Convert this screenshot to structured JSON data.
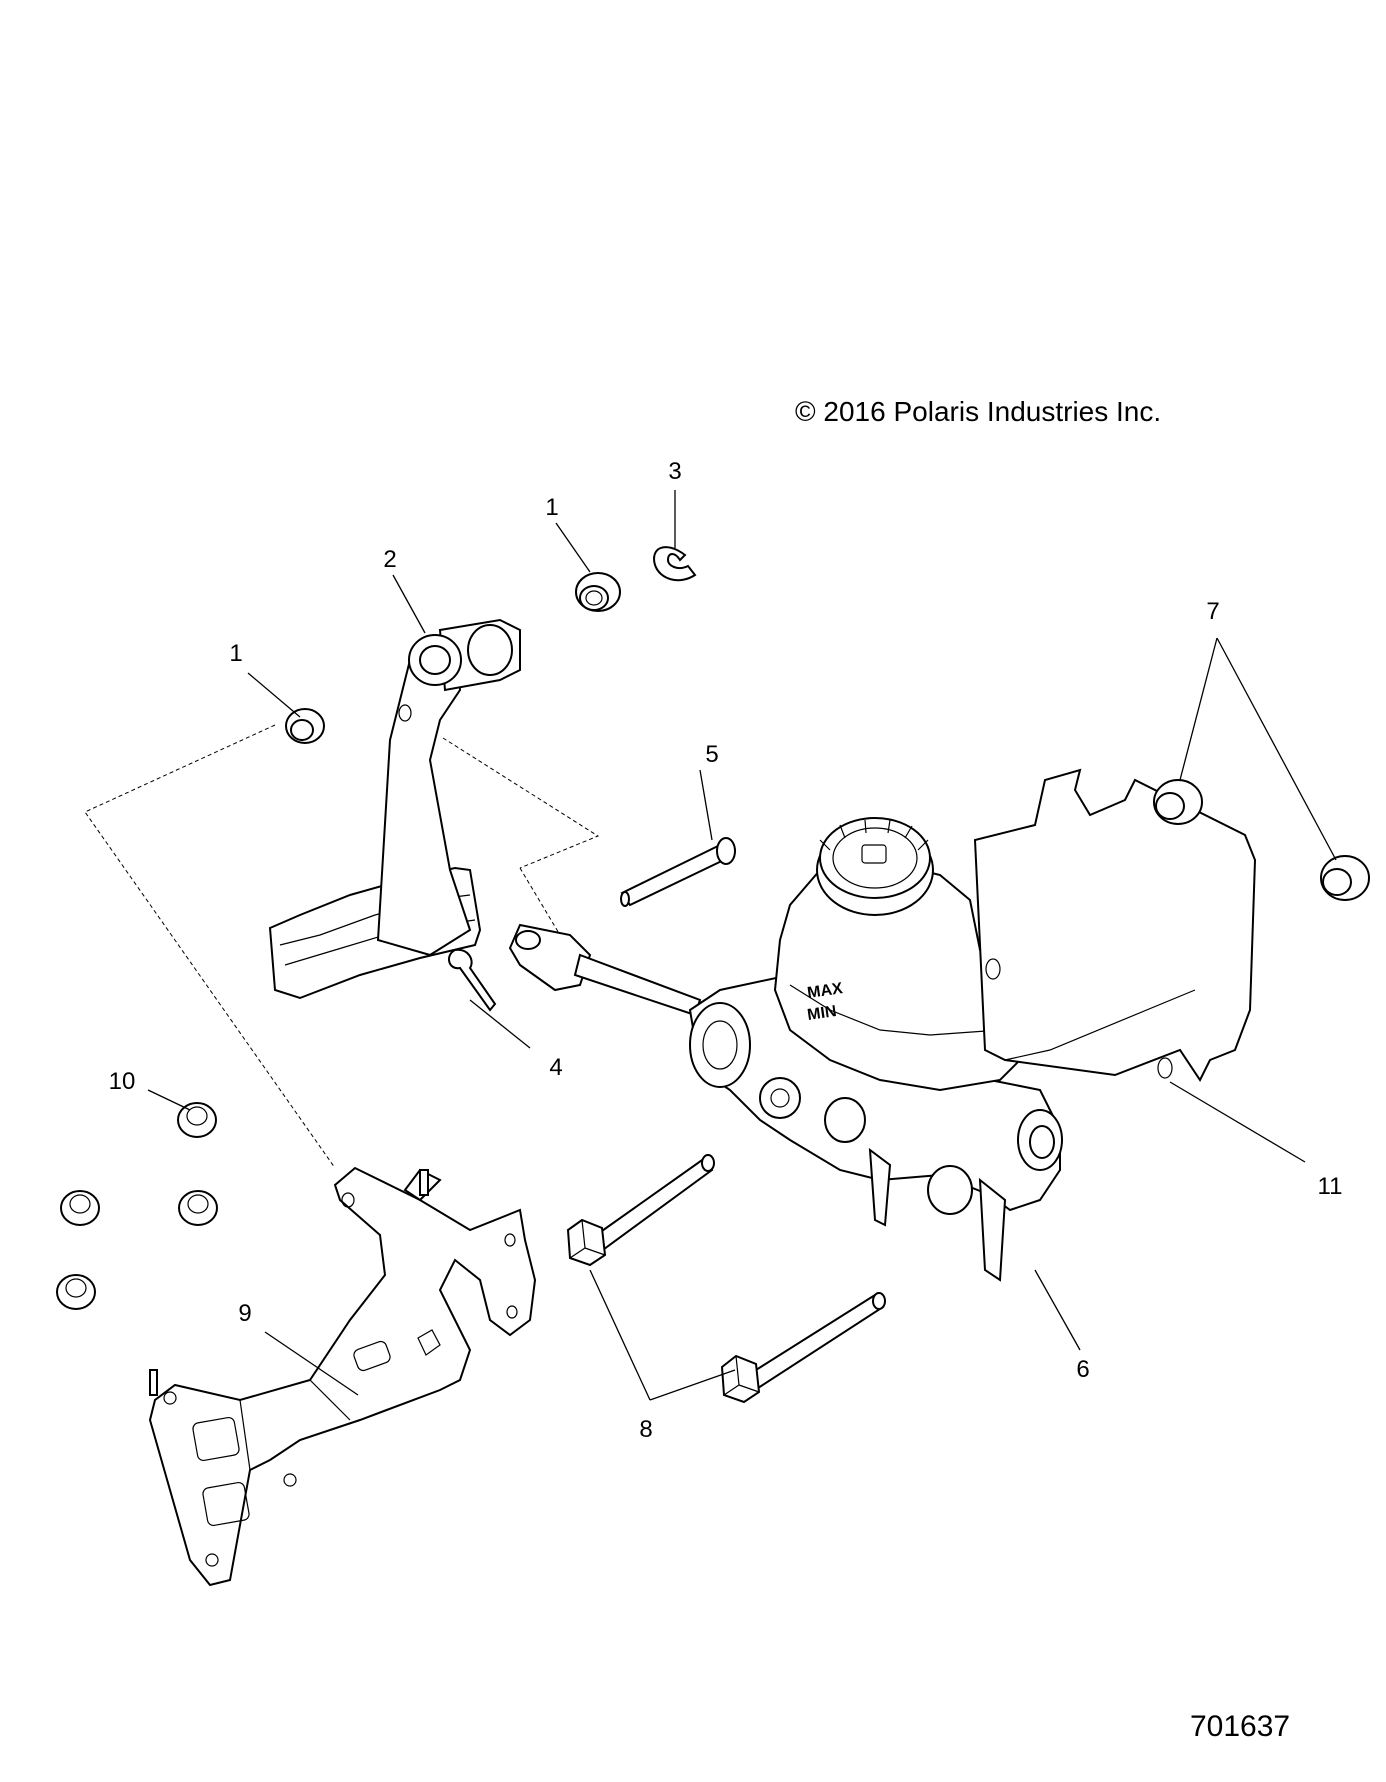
{
  "copyright": "© 2016 Polaris Industries Inc.",
  "drawing_number": "701637",
  "callouts": {
    "c1a": "1",
    "c1b": "1",
    "c2": "2",
    "c3": "3",
    "c4": "4",
    "c5": "5",
    "c6": "6",
    "c7": "7",
    "c8": "8",
    "c9": "9",
    "c10": "10",
    "c11": "11"
  },
  "reservoir_markings": {
    "max": "MAX",
    "min": "MIN"
  }
}
